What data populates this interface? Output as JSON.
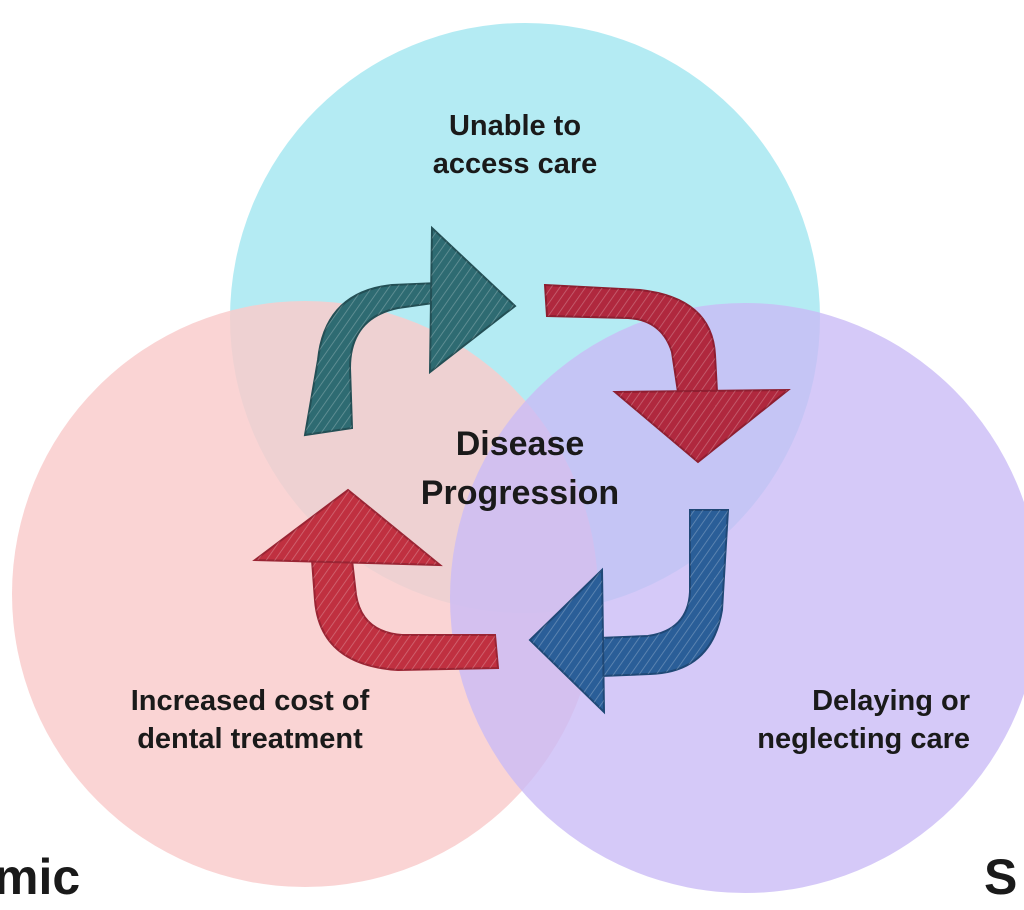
{
  "circles": {
    "top": {
      "color": "#a7e8f1",
      "label": [
        "Unable to",
        "access care"
      ]
    },
    "left": {
      "color": "#f9cdcd",
      "label": [
        "Increased cost of",
        "dental treatment"
      ]
    },
    "right": {
      "color": "#cbbcf6",
      "label": [
        "Delaying or",
        "neglecting care"
      ]
    }
  },
  "center": {
    "label": [
      "Disease",
      "Progression"
    ]
  },
  "edge_text": {
    "left": "mic",
    "right": "S"
  },
  "arrows": [
    {
      "name": "teal-arrow",
      "color": "#2e6b72"
    },
    {
      "name": "red-arrow-top-right",
      "color": "#b0283e"
    },
    {
      "name": "blue-arrow",
      "color": "#2a5e98"
    },
    {
      "name": "red-arrow-bottom-left",
      "color": "#c03040"
    }
  ]
}
